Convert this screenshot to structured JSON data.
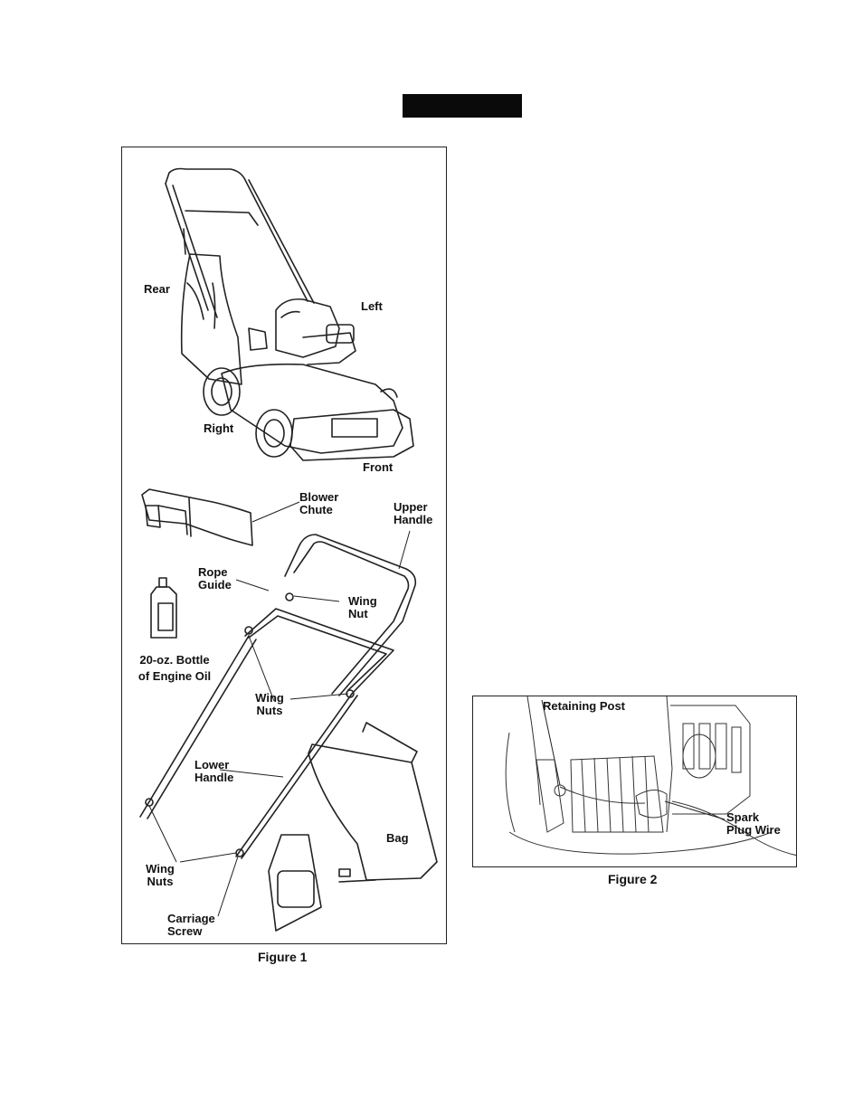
{
  "figure1": {
    "caption": "Figure 1",
    "labels": {
      "rear": "Rear",
      "left": "Left",
      "right": "Right",
      "front": "Front",
      "blower_chute": [
        "Blower",
        "Chute"
      ],
      "upper_handle": [
        "Upper",
        "Handle"
      ],
      "rope_guide": [
        "Rope",
        "Guide"
      ],
      "wing_nut_top": [
        "Wing",
        "Nut"
      ],
      "oil_bottle": [
        "20-oz. Bottle",
        "of Engine Oil"
      ],
      "wing_nuts_mid": [
        "Wing",
        "Nuts"
      ],
      "lower_handle": [
        "Lower",
        "Handle"
      ],
      "bag": "Bag",
      "wing_nuts_bottom": [
        "Wing",
        "Nuts"
      ],
      "carriage_screw": [
        "Carriage",
        "Screw"
      ]
    }
  },
  "figure2": {
    "caption": "Figure 2",
    "labels": {
      "retaining_post": "Retaining Post",
      "spark_plug_wire": [
        "Spark",
        "Plug Wire"
      ]
    }
  }
}
